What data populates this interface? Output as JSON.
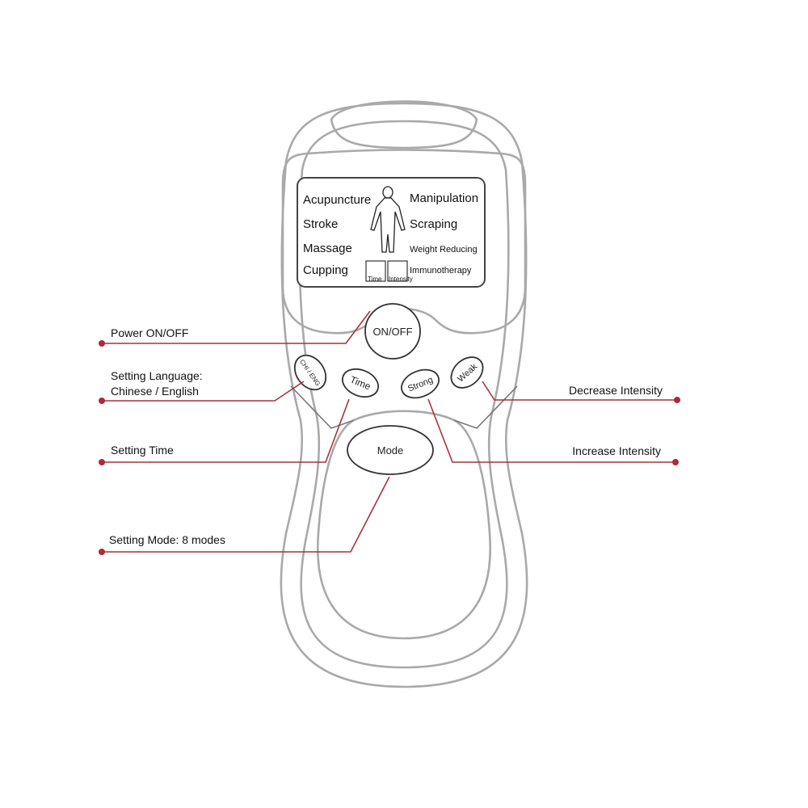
{
  "screen": {
    "modes_left": [
      "Acupuncture",
      "Stroke",
      "Massage",
      "Cupping"
    ],
    "modes_right": [
      "Manipulation",
      "Scraping",
      "Weight Reducing",
      "Immunotherapy"
    ],
    "indicators": [
      "Time",
      "Intensity"
    ]
  },
  "buttons": {
    "power": "ON/OFF",
    "language": "CHI / ENG",
    "time": "Time",
    "strong": "Strong",
    "weak": "Weak",
    "mode": "Mode"
  },
  "callouts": {
    "power": "Power ON/OFF",
    "language_line1": "Setting Language:",
    "language_line2": "Chinese / English",
    "time": "Setting Time",
    "mode": "Setting Mode: 8 modes",
    "decrease": "Decrease Intensity",
    "increase": "Increase Intensity"
  },
  "colors": {
    "leader": "#a8323a",
    "device_outline": "#a9a9a9"
  }
}
